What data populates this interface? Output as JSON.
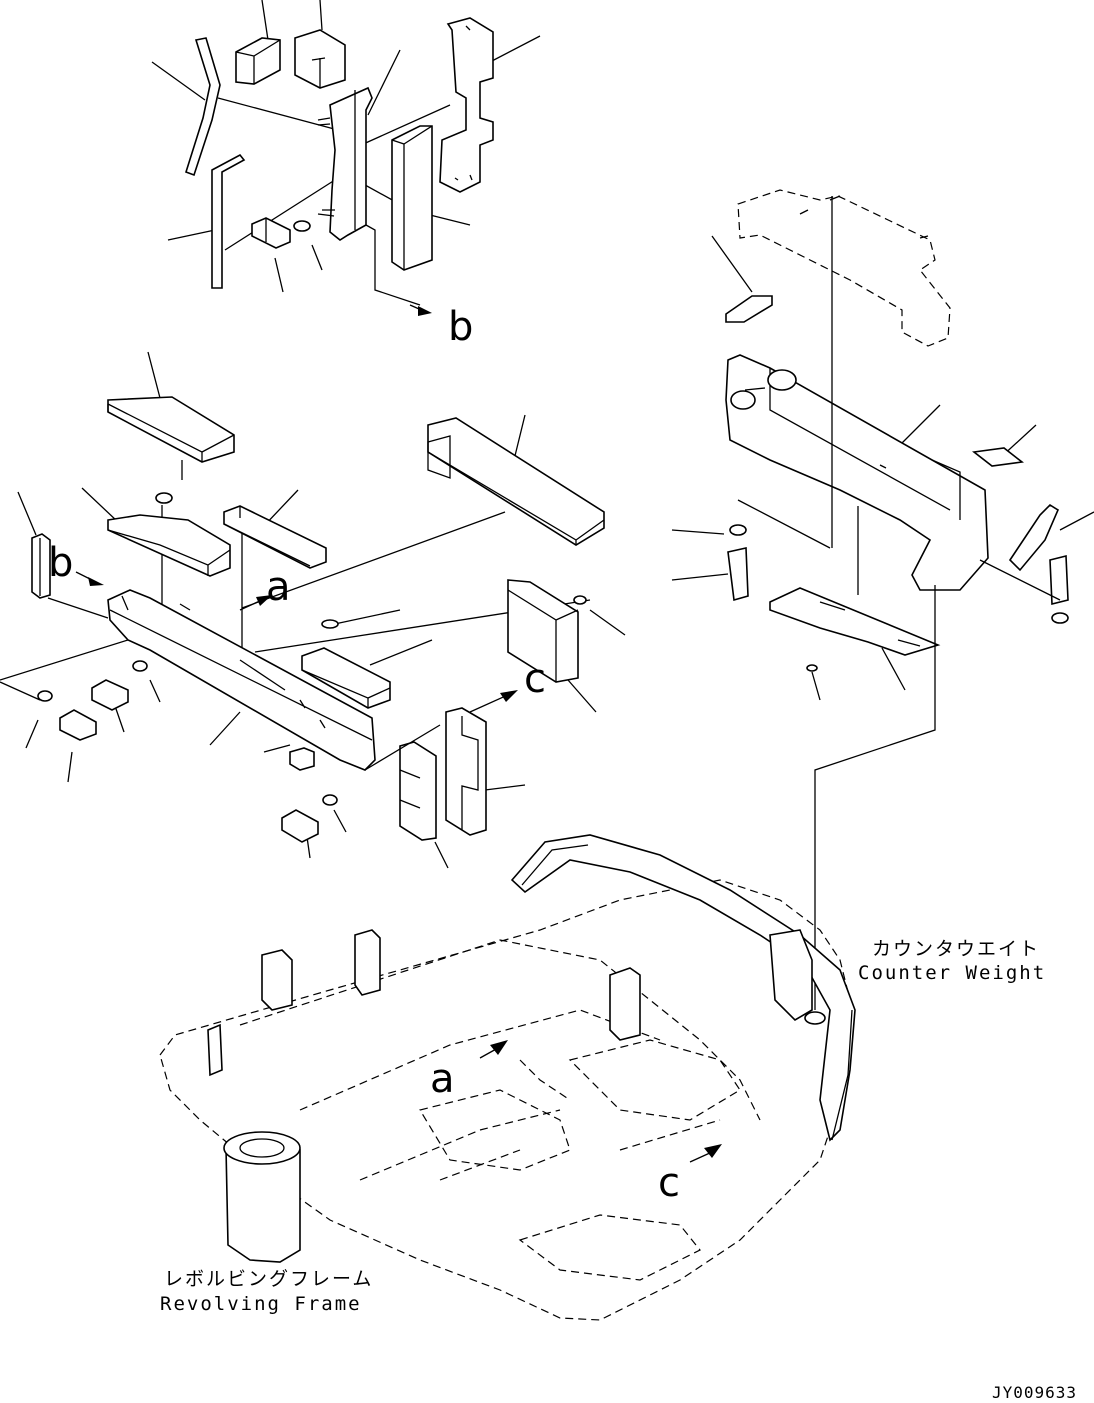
{
  "callouts": {
    "a_top": "a",
    "a_frame": "a",
    "b_top": "b",
    "b_left": "b",
    "c_plate": "c",
    "c_frame": "c"
  },
  "labels": {
    "counter_weight_jp": "カウンタウエイト",
    "counter_weight_en": "Counter Weight",
    "revolving_frame_jp": "レボルビングフレーム",
    "revolving_frame_en": "Revolving Frame"
  },
  "drawing_code": "JY009633"
}
